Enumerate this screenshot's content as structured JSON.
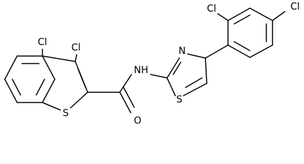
{
  "structure": {
    "atoms": {
      "cl_benzo": "Cl",
      "cl_thiophene": "Cl",
      "s_benzothiophene": "S",
      "o_carbonyl": "O",
      "nh_amide": "NH",
      "n_thiazole": "N",
      "s_thiazole": "S",
      "cl_ortho": "Cl",
      "cl_para": "Cl"
    },
    "colors": {
      "bond": "#000000",
      "label": "#000000",
      "background": "#ffffff"
    }
  }
}
